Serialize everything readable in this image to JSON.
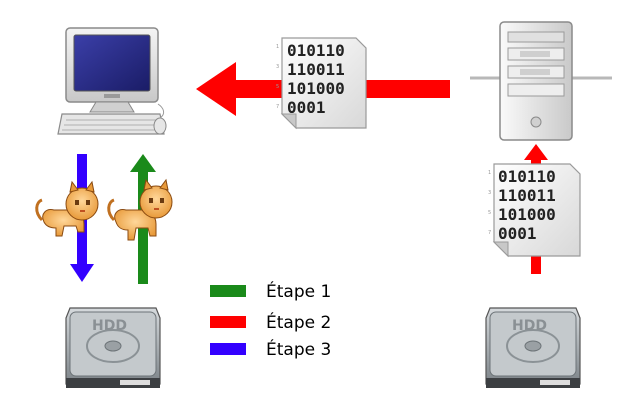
{
  "computer": {
    "icon": "computer-icon"
  },
  "server": {
    "icon": "server-icon"
  },
  "document_left": {
    "icon": "binary-document-icon",
    "lines": [
      "010110",
      "110011",
      "101000",
      "0001"
    ],
    "margin_digits": [
      "1",
      "3",
      "5",
      "7"
    ]
  },
  "document_right": {
    "icon": "binary-document-icon",
    "lines": [
      "010110",
      "110011",
      "101000",
      "0001"
    ],
    "margin_digits": [
      "1",
      "3",
      "5",
      "7"
    ]
  },
  "disk_left": {
    "icon": "hard-disk-icon",
    "label": "HDD"
  },
  "disk_right": {
    "icon": "hard-disk-icon",
    "label": "HDD"
  },
  "cats": {
    "icon": "cat-icon"
  },
  "legend": {
    "items": [
      {
        "label": "Étape 1",
        "color": "#1a8a1a"
      },
      {
        "label": "Étape 2",
        "color": "#ff0000"
      },
      {
        "label": "Étape 3",
        "color": "#3300ff"
      }
    ]
  },
  "colors": {
    "step1": "#1a8a1a",
    "step2": "#ff0000",
    "step3": "#3300ff"
  }
}
